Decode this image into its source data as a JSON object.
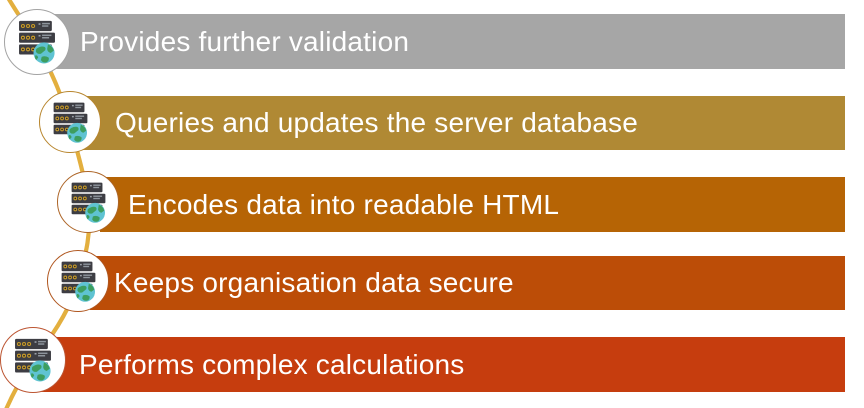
{
  "slide": {
    "background_color": "#FFFFFF",
    "text_color": "#FFFFFF",
    "connector": {
      "color": "#E3AF3E"
    },
    "icon_name": "server-globe-icon",
    "icon_colors": {
      "server_body": "#3D3D43",
      "led_dot": "#C79A2B",
      "vent_line": "#9AA0A8",
      "globe_sea": "#5FC3D2",
      "globe_land": "#3D9E5F"
    },
    "items": [
      {
        "label": "Provides further validation",
        "bar_color": "#A6A6A6",
        "ring_color": "#A3A3A3"
      },
      {
        "label": "Queries and updates the server database",
        "bar_color": "#B08934",
        "ring_color": "#B8862E"
      },
      {
        "label": "Encodes data into readable HTML",
        "bar_color": "#B66405",
        "ring_color": "#AD6527"
      },
      {
        "label": "Keeps organisation data secure",
        "bar_color": "#BC4D07",
        "ring_color": "#B0561E"
      },
      {
        "label": "Performs complex calculations",
        "bar_color": "#C63D0E",
        "ring_color": "#BC5532"
      }
    ]
  }
}
